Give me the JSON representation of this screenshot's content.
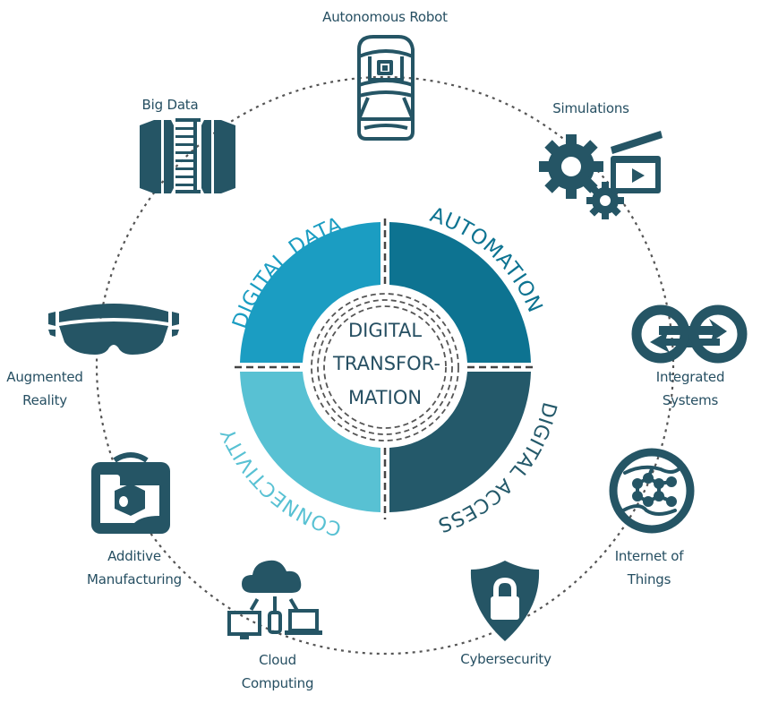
{
  "colors": {
    "digital_data": "#1b9dc2",
    "automation": "#0d7391",
    "digital_access": "#24596a",
    "connectivity": "#58c1d3",
    "icon": "#255565",
    "label": "#264f62",
    "dash": "#555555"
  },
  "center": {
    "line1": "DIGITAL",
    "line2": "TRANSFOR-",
    "line3": "MATION"
  },
  "segments": [
    {
      "id": "digital_data",
      "label": "DIGITAL DATA",
      "position": "top-left"
    },
    {
      "id": "automation",
      "label": "AUTOMATION",
      "position": "top-right"
    },
    {
      "id": "digital_access",
      "label": "DIGITAL ACCESS",
      "position": "bottom-right"
    },
    {
      "id": "connectivity",
      "label": "CONNECTIVITY",
      "position": "bottom-left"
    }
  ],
  "nodes": {
    "autonomous_robot": {
      "label": "Autonomous Robot",
      "icon": "autonomous-vehicle-icon"
    },
    "simulations": {
      "label": "Simulations",
      "icon": "gears-video-icon"
    },
    "integrated_systems": {
      "line1": "Integrated",
      "line2": "Systems",
      "icon": "linked-rings-icon"
    },
    "internet_of_things": {
      "line1": "Internet of",
      "line2": "Things",
      "icon": "network-globe-icon"
    },
    "cybersecurity": {
      "label": "Cybersecurity",
      "icon": "shield-lock-icon"
    },
    "cloud_computing": {
      "line1": "Cloud",
      "line2": "Computing",
      "icon": "cloud-devices-icon"
    },
    "additive_manufacturing": {
      "line1": "Additive",
      "line2": "Manufacturing",
      "icon": "3d-printer-icon"
    },
    "augmented_reality": {
      "line1": "Augmented",
      "line2": "Reality",
      "icon": "vr-headset-icon"
    },
    "big_data": {
      "label": "Big Data",
      "icon": "server-rack-icon"
    }
  }
}
